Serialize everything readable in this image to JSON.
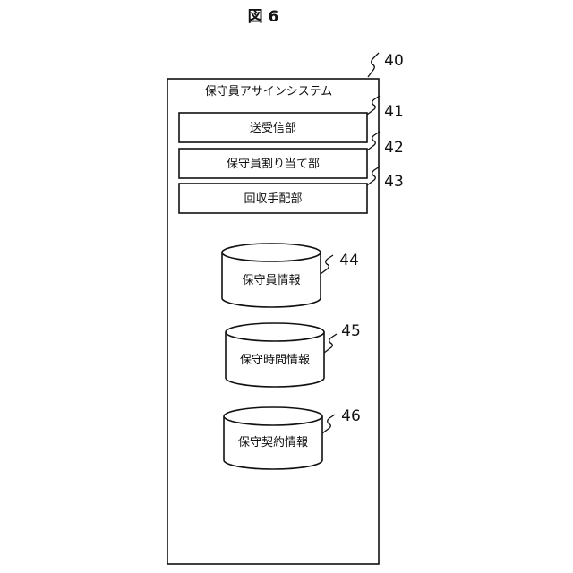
{
  "figure": {
    "title": "図 6"
  },
  "system": {
    "ref": "40",
    "label": "保守員アサインシステム"
  },
  "units": [
    {
      "ref": "41",
      "label": "送受信部"
    },
    {
      "ref": "42",
      "label": "保守員割り当て部"
    },
    {
      "ref": "43",
      "label": "回収手配部"
    }
  ],
  "databases": [
    {
      "ref": "44",
      "label": "保守員情報"
    },
    {
      "ref": "45",
      "label": "保守時間情報"
    },
    {
      "ref": "46",
      "label": "保守契約情報"
    }
  ]
}
